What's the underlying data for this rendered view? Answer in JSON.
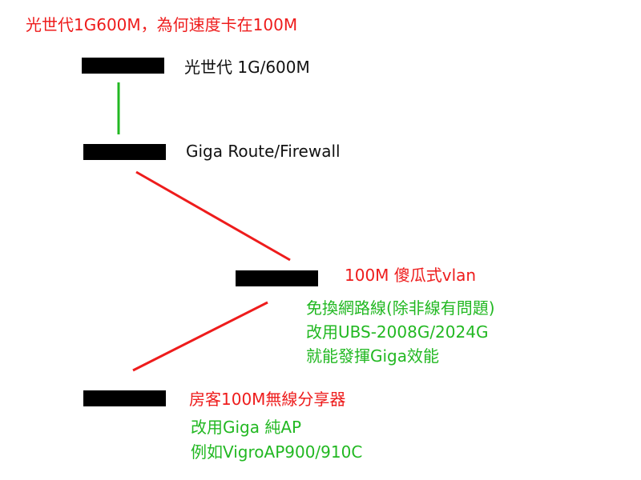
{
  "title": "光世代1G600M，為何速度卡在100M",
  "nodes": [
    {
      "label": "光世代 1G/600M"
    },
    {
      "label": "Giga Route/Firewall"
    },
    {
      "label": "100M 傻瓜式vlan",
      "notes": [
        "免換網路線(除非線有問題)",
        "改用UBS-2008G/2024G",
        "就能發揮Giga效能"
      ]
    },
    {
      "label": "房客100M無線分享器",
      "notes": [
        "改用Giga 純AP",
        "例如VigroAP900/910C"
      ]
    }
  ],
  "colors": {
    "red": "#ee1c1c",
    "green": "#22b822",
    "black": "#000000"
  }
}
